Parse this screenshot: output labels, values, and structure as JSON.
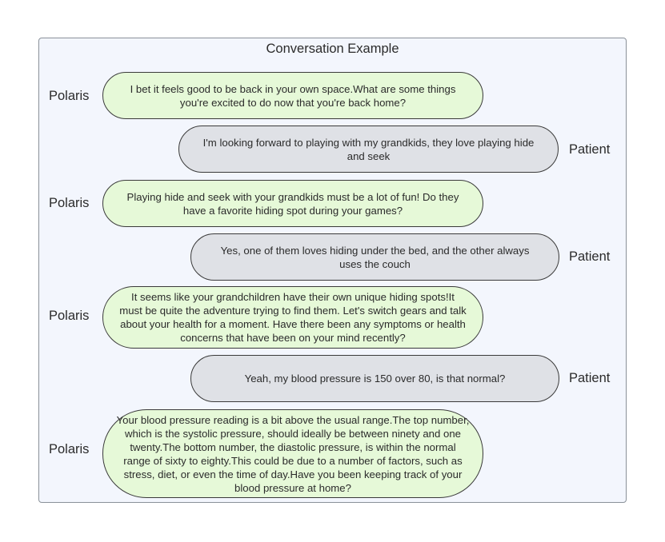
{
  "title": "Conversation Example",
  "messages": [
    {
      "speaker": "Polaris",
      "role": "polaris",
      "text": "I bet it feels good to be back in your own space.What are some things you're excited to do now that you're back home?"
    },
    {
      "speaker": "Patient",
      "role": "patient",
      "text": "I'm looking forward to playing with my grandkids, they love playing hide and seek"
    },
    {
      "speaker": "Polaris",
      "role": "polaris",
      "text": "Playing hide and seek with your grandkids must be a lot of fun! Do they have a favorite hiding spot during your games?"
    },
    {
      "speaker": "Patient",
      "role": "patient",
      "text": "Yes, one of them loves hiding under the bed, and the other always uses the couch"
    },
    {
      "speaker": "Polaris",
      "role": "polaris",
      "text": "It seems like your grandchildren have their own unique hiding spots!It must be quite the adventure trying to find them. Let's switch gears and talk about your health for a moment. Have there been any symptoms or health concerns that have been on your mind recently?"
    },
    {
      "speaker": "Patient",
      "role": "patient",
      "text": "Yeah, my blood pressure is 150 over 80, is that normal?"
    },
    {
      "speaker": "Polaris",
      "role": "polaris",
      "text": "Your blood pressure reading is a bit above the usual range.The top number, which is the systolic pressure, should ideally be between ninety and one twenty.The bottom number, the diastolic pressure, is within the normal range of sixty to eighty.This could be due to a number of factors, such as stress, diet, or even the time of day.Have you been keeping track of your blood pressure at home?"
    }
  ],
  "colors": {
    "polaris_bubble": "#e6f9d8",
    "patient_bubble": "#dfe1e6",
    "frame_background": "#f3f6fd"
  }
}
